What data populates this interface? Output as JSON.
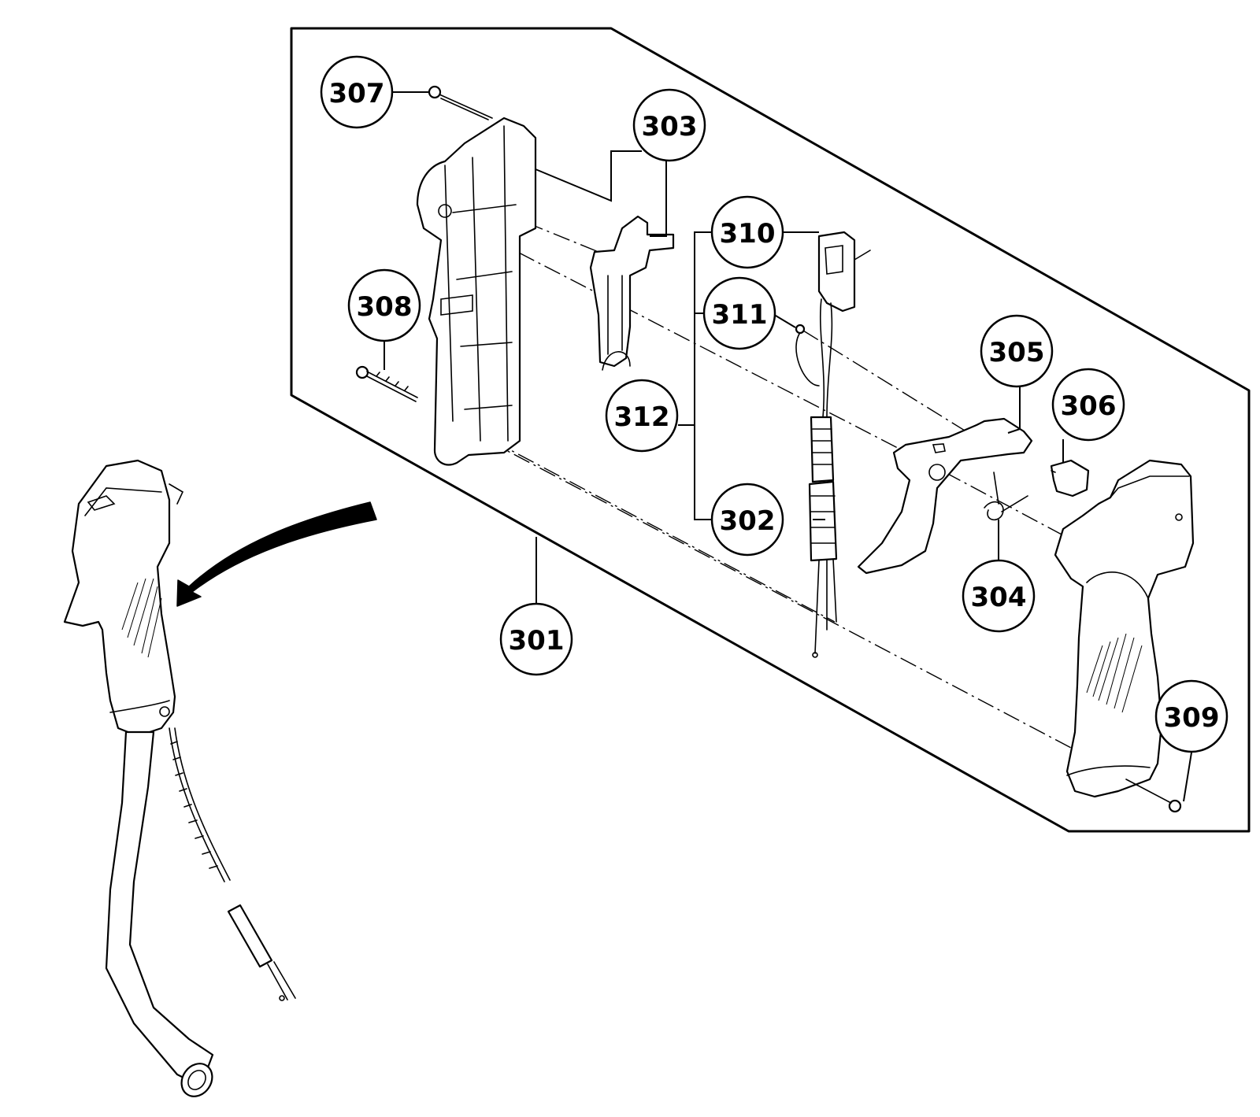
{
  "diagram": {
    "callouts": [
      {
        "id": "307",
        "label": "307"
      },
      {
        "id": "303",
        "label": "303"
      },
      {
        "id": "310",
        "label": "310"
      },
      {
        "id": "311",
        "label": "311"
      },
      {
        "id": "308",
        "label": "308"
      },
      {
        "id": "312",
        "label": "312"
      },
      {
        "id": "305",
        "label": "305"
      },
      {
        "id": "306",
        "label": "306"
      },
      {
        "id": "302",
        "label": "302"
      },
      {
        "id": "304",
        "label": "304"
      },
      {
        "id": "301",
        "label": "301"
      },
      {
        "id": "309",
        "label": "309"
      }
    ]
  }
}
